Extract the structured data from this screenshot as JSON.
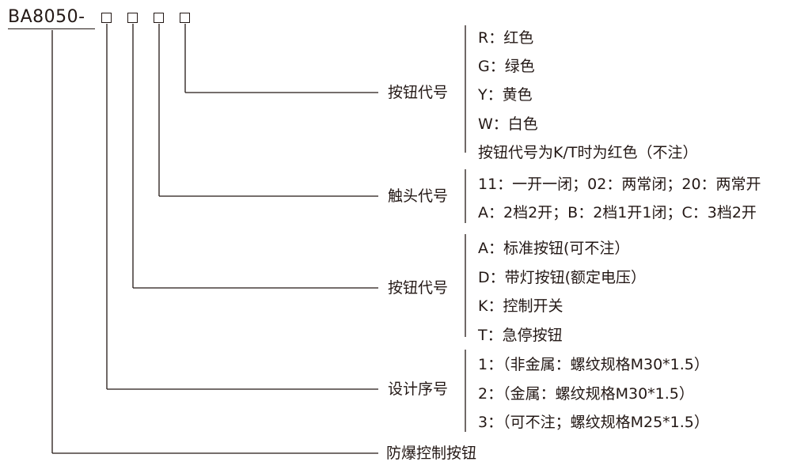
{
  "model_code": "BA8050-",
  "placeholder_boxes": 4,
  "fields": [
    {
      "label": "按钮代号",
      "options": [
        "R：红色",
        "G：绿色",
        "Y：黄色",
        "W：白色",
        "按钮代号为K/T时为红色（不注）"
      ]
    },
    {
      "label": "触头代号",
      "options": [
        "11：一开一闭；02：两常闭；20：两常开",
        "A：2档2开；B：2档1开1闭；C：3档2开"
      ]
    },
    {
      "label": "按钮代号",
      "options": [
        "A：标准按钮(可不注）",
        "D：带灯按钮(额定电压）",
        "K：控制开关",
        "T：急停按钮"
      ]
    },
    {
      "label": "设计序号",
      "options": [
        "1：（非金属：螺纹规格M30*1.5）",
        "2：（金属：螺纹规格M30*1.5）",
        "3：（可不注；螺纹规格M25*1.5）"
      ]
    },
    {
      "label": "防爆控制按钮",
      "options": []
    }
  ]
}
